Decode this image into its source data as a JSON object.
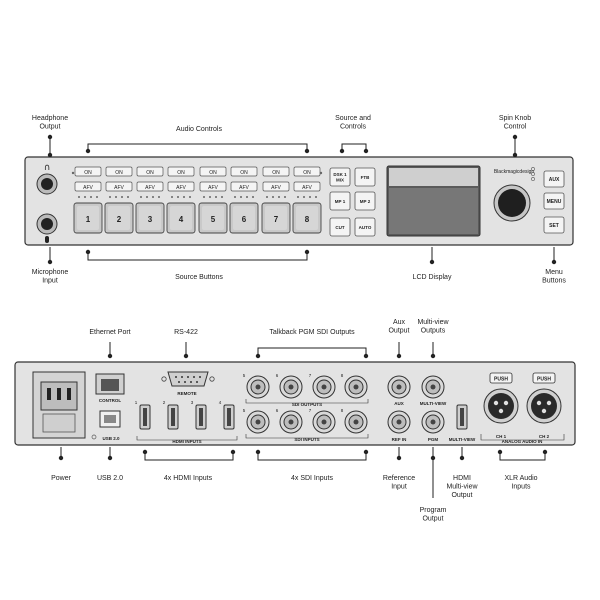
{
  "front_callouts": {
    "headphone": "Headphone\nOutput",
    "audio_controls": "Audio Controls",
    "source_controls": "Source and\nControls",
    "spin_knob": "Spin Knob\nControl",
    "microphone": "Microphone\nInput",
    "source_buttons": "Source Buttons",
    "lcd": "LCD Display",
    "menu_buttons": "Menu\nButtons"
  },
  "front_panel": {
    "on_label": "ON",
    "afv_label": "AFV",
    "source_numbers": [
      "1",
      "2",
      "3",
      "4",
      "5",
      "6",
      "7",
      "8"
    ],
    "control_buttons": [
      "DSK 1\nMIX",
      "FTB",
      "MP 1",
      "MP 2",
      "CUT",
      "AUTO"
    ],
    "brand": "Blackmagicdesign",
    "menu_buttons": [
      "AUX",
      "MENU",
      "SET"
    ]
  },
  "rear_callouts": {
    "ethernet": "Ethernet Port",
    "rs422": "RS-422",
    "talkback": "Talkback PGM SDI Outputs",
    "aux_output": "Aux\nOutput",
    "multiview_outputs": "Multi-view\nOutputs",
    "power": "Power",
    "usb": "USB 2.0",
    "hdmi_inputs": "4x HDMI Inputs",
    "sdi_inputs": "4x SDI Inputs",
    "reference": "Reference\nInput",
    "program": "Program\nOutput",
    "hdmi_multiview": "HDMI\nMulti-view\nOutput",
    "xlr": "XLR Audio\nInputs"
  },
  "rear_panel": {
    "control": "CONTROL",
    "usb": "USB 2.0",
    "remote": "REMOTE",
    "hdmi_inputs": "HDMI INPUTS",
    "hdmi_numbers": [
      "1",
      "2",
      "3",
      "4"
    ],
    "sdi_outputs": "SDI OUTPUTS",
    "sdi_inputs": "SDI INPUTS",
    "sdi_numbers": [
      "5",
      "6",
      "7",
      "8"
    ],
    "aux": "AUX",
    "multi_view": "MULTI-VIEW",
    "ref_in": "REF IN",
    "pgm": "PGM",
    "multi_view_bottom": "MULTI-VIEW",
    "push": "PUSH",
    "ch1": "CH 1",
    "ch2": "CH 2",
    "analog_audio_in": "ANALOG AUDIO IN"
  }
}
